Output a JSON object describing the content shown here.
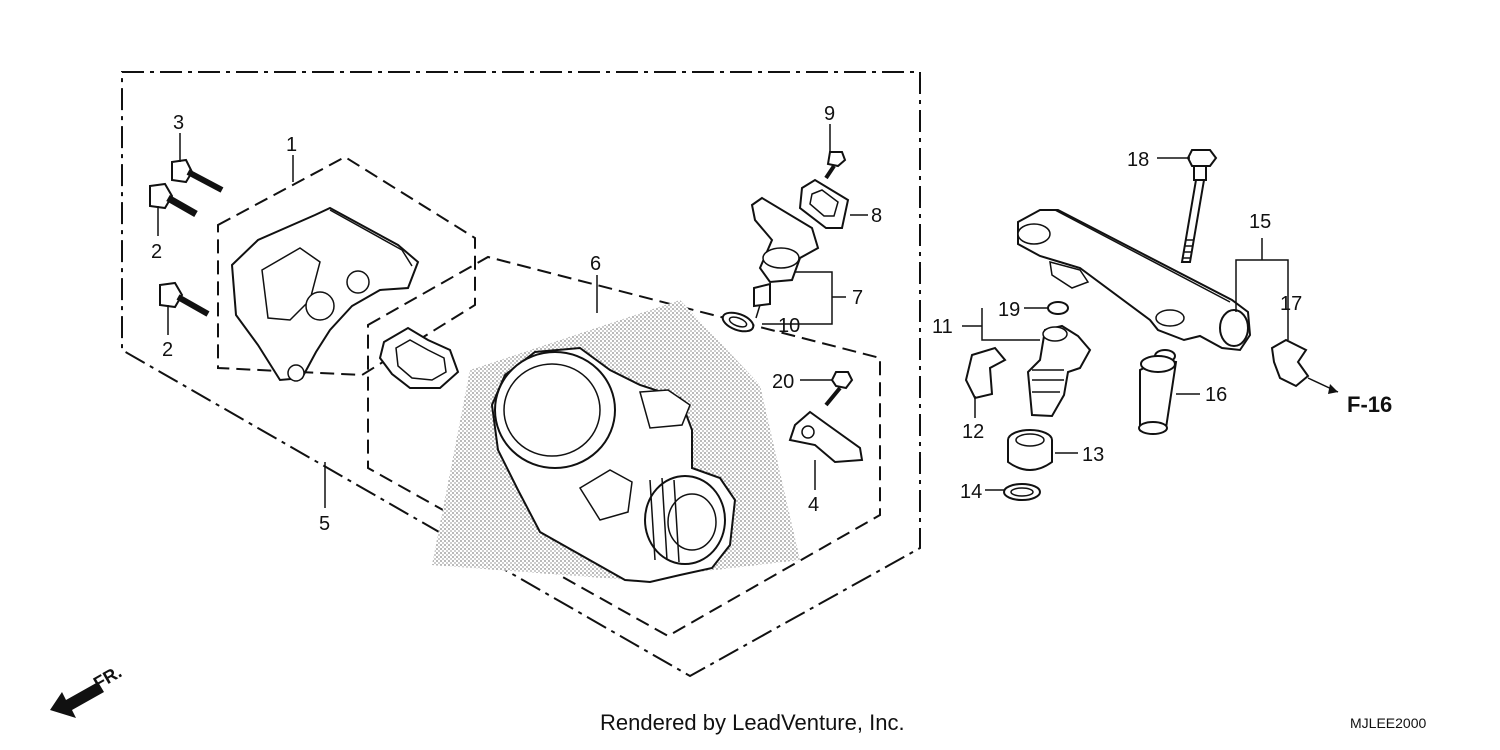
{
  "callouts": {
    "c1": "1",
    "c2a": "2",
    "c2b": "2",
    "c3": "3",
    "c4": "4",
    "c5": "5",
    "c6": "6",
    "c7": "7",
    "c8": "8",
    "c9": "9",
    "c10": "10",
    "c11": "11",
    "c12": "12",
    "c13": "13",
    "c14": "14",
    "c15": "15",
    "c16": "16",
    "c17": "17",
    "c18": "18",
    "c19": "19",
    "c20": "20"
  },
  "reference": "F-16",
  "front_label": "FR.",
  "credit": "Rendered by LeadVenture, Inc.",
  "diagram_code": "MJLEE2000"
}
